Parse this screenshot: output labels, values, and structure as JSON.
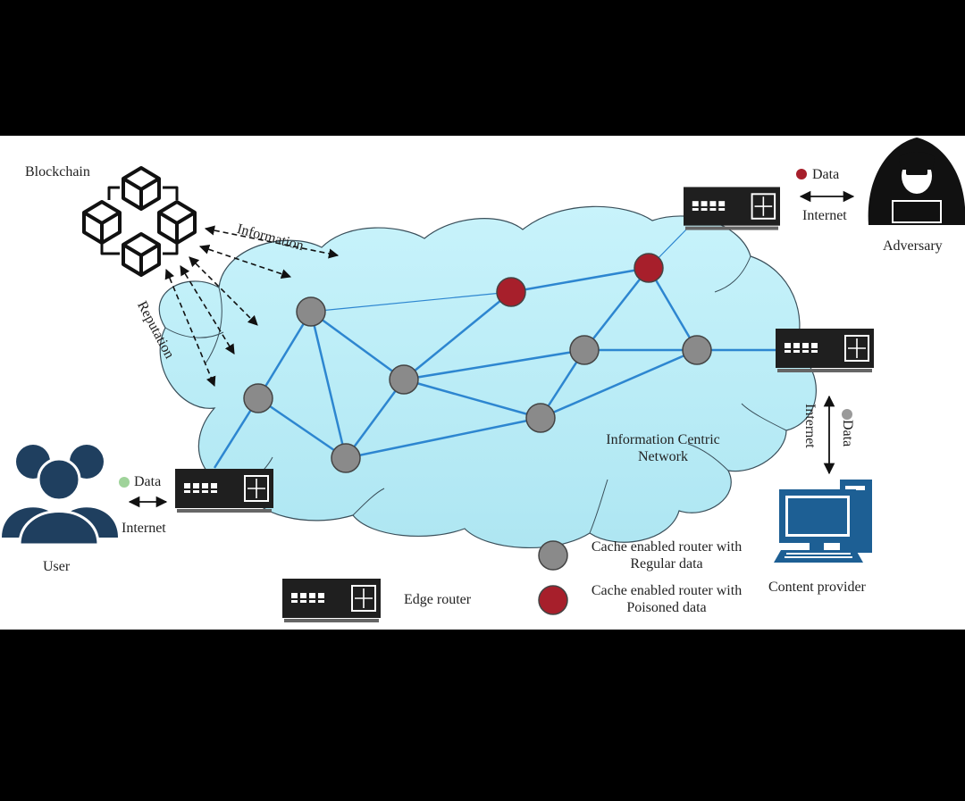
{
  "labels": {
    "blockchain": "Blockchain",
    "information": "Information",
    "reputation": "Reputation",
    "adversary": "Adversary",
    "user": "User",
    "content_provider": "Content provider",
    "icn_line1": "Information Centric",
    "icn_line2": "Network",
    "data_adversary": "Data",
    "internet_adversary": "Internet",
    "data_user": "Data",
    "internet_user": "Internet",
    "data_provider": "Data",
    "internet_provider": "Internet"
  },
  "legend": {
    "edge_router": "Edge router",
    "regular_line1": "Cache enabled router with",
    "regular_line2": "Regular data",
    "poisoned_line1": "Cache enabled router with",
    "poisoned_line2": "Poisoned data"
  },
  "colors": {
    "cloud_fill": "#bdeef7",
    "cloud_stroke": "#3a4f5a",
    "link": "#2d86d0",
    "regular_node": "#8a8a8a",
    "poisoned_node": "#a71f2b",
    "router_body": "#1f1f1f",
    "person": "#1f3f5f",
    "computer": "#1d5f94",
    "dot_user": "#9fd39a",
    "dot_provider": "#9a9a9a"
  },
  "icons": {
    "blockchain": "blockchain-cubes-icon",
    "adversary": "hooded-hacker-icon",
    "user": "user-group-icon",
    "content_provider": "desktop-computer-icon",
    "router": "edge-router-icon"
  }
}
